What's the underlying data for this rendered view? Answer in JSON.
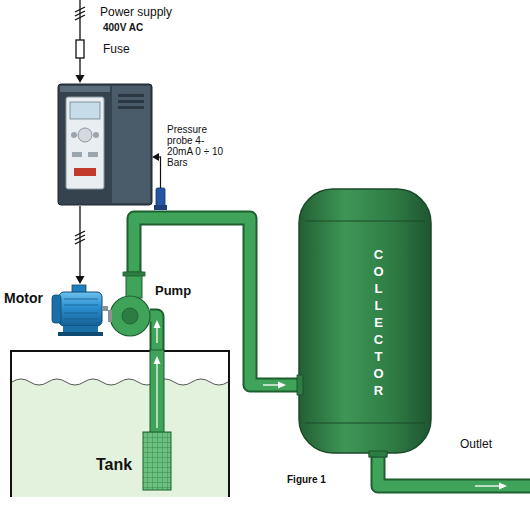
{
  "diagram": {
    "caption": "Figure 1",
    "nodes": [
      {
        "text": [
          "Motor"
        ]
      },
      {
        "text": [
          "Pump"
        ]
      },
      {
        "text": [
          "COLLECTOR"
        ]
      },
      {
        "text": [
          "Tank"
        ]
      }
    ],
    "edges": [
      {
        "from": 3,
        "to": 1,
        "arrow": "to"
      },
      {
        "from": 1,
        "to": 2,
        "arrow": "to"
      }
    ],
    "labels": [
      "Power supply",
      "400V AC",
      "Fuse",
      "Pressure probe 4-20mA 0 ÷ 10 Bars",
      "Outlet"
    ]
  }
}
